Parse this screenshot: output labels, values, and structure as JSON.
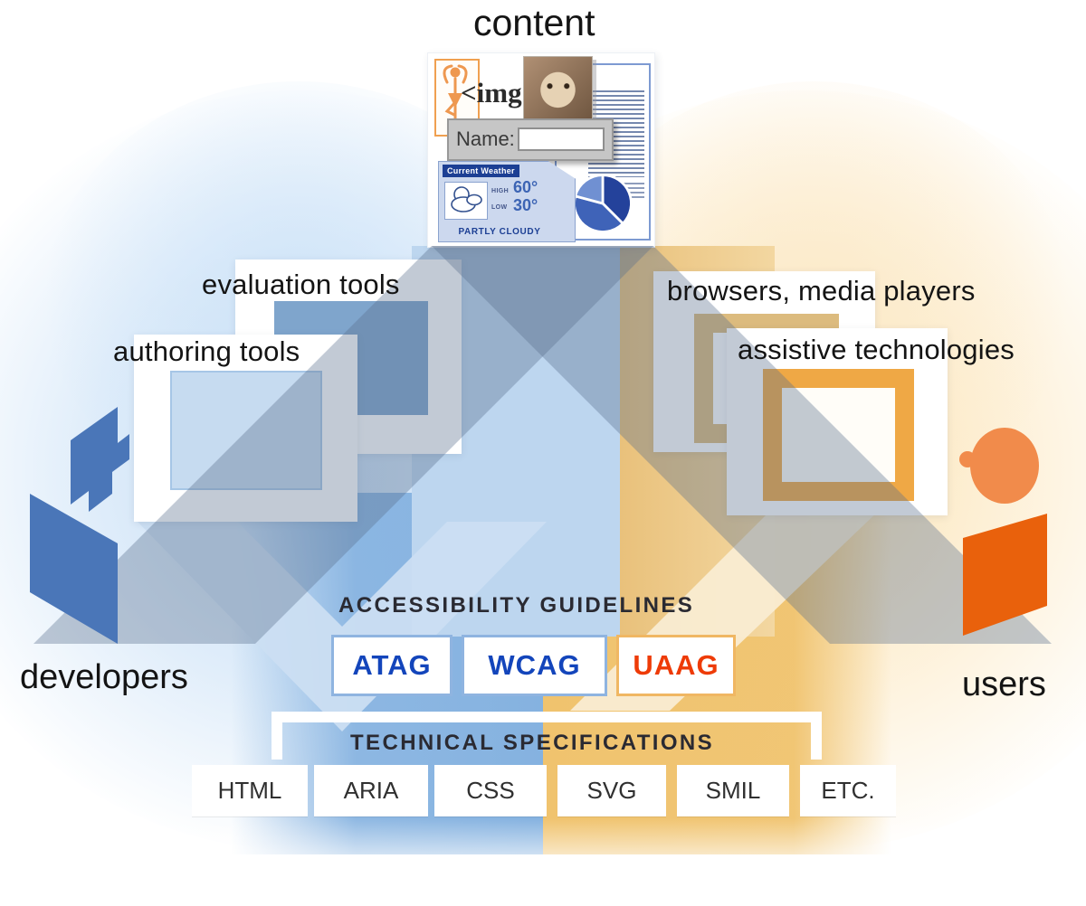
{
  "title": "content",
  "people": {
    "left": "developers",
    "right": "users"
  },
  "tools": {
    "evaluation": "evaluation tools",
    "authoring": "authoring tools",
    "browsers": "browsers, media players",
    "assistive": "assistive technologies"
  },
  "content_card": {
    "img_tag": "<img",
    "name_label": "Name:",
    "weather": {
      "header": "Current Weather",
      "high_label": "HIGH",
      "high_value": "60°",
      "low_label": "LOW",
      "low_value": "30°",
      "condition": "PARTLY CLOUDY"
    }
  },
  "guidelines": {
    "header": "ACCESSIBILITY GUIDELINES",
    "items": [
      {
        "label": "ATAG",
        "color": "#1345bb"
      },
      {
        "label": "WCAG",
        "color": "#1345bb"
      },
      {
        "label": "UAAG",
        "color": "#ee3b07"
      }
    ]
  },
  "specs": {
    "header": "TECHNICAL SPECIFICATIONS",
    "items": [
      "HTML",
      "ARIA",
      "CSS",
      "SVG",
      "SMIL",
      "ETC."
    ]
  },
  "colors": {
    "blue_accent": "#1345bb",
    "orange_accent": "#ee3b07",
    "blue_band": "#85b2e0",
    "light_blue_column": "#bdd6ef",
    "orange_band": "#f0c36e",
    "tan_column": "#e9c17b",
    "beam_slate": "#5a6e8c",
    "icon_blue": "#4a76b8",
    "user_head_orange": "#f18b4b",
    "user_body_orange": "#e9610c",
    "browser_frame_tan": "#dcbb7e",
    "assistive_frame_orange": "#efa845"
  }
}
